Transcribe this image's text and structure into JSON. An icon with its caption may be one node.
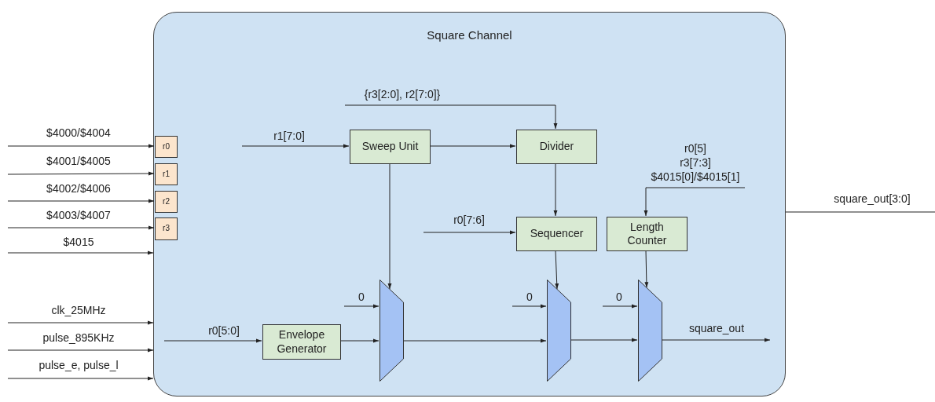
{
  "diagram": {
    "nodes": [
      {
        "text": [
          "Square Channel"
        ]
      },
      {
        "text": [
          "r0"
        ],
        "in": 0
      },
      {
        "text": [
          "r1"
        ],
        "in": 0
      },
      {
        "text": [
          "r2"
        ],
        "in": 0
      },
      {
        "text": [
          "r3"
        ],
        "in": 0
      },
      {
        "text": [
          "Sweep Unit"
        ],
        "in": 0
      },
      {
        "text": [
          "Divider"
        ],
        "in": 0
      },
      {
        "text": [
          "Sequencer"
        ],
        "in": 0
      },
      {
        "text": [
          "Length Counter"
        ],
        "in": 0
      },
      {
        "text": [
          "Envelope Generator"
        ],
        "in": 0
      },
      {
        "text": [],
        "shape": "trapezoid",
        "in": 0
      },
      {
        "text": [],
        "shape": "trapezoid",
        "in": 0
      },
      {
        "text": [],
        "shape": "trapezoid",
        "in": 0
      }
    ],
    "edges": [
      {
        "from": null,
        "to": 1,
        "arrow": "to",
        "label": "$4000/$4004"
      },
      {
        "from": null,
        "to": 2,
        "arrow": "to",
        "label": "$4001/$4005"
      },
      {
        "from": null,
        "to": 3,
        "arrow": "to",
        "label": "$4002/$4006"
      },
      {
        "from": null,
        "to": 4,
        "arrow": "to",
        "label": "$4003/$4007"
      },
      {
        "from": null,
        "to": 0,
        "arrow": "to",
        "label": "$4015"
      },
      {
        "from": null,
        "to": 0,
        "arrow": "to",
        "label": "clk_25MHz"
      },
      {
        "from": null,
        "to": 0,
        "arrow": "to",
        "label": "pulse_895KHz"
      },
      {
        "from": null,
        "to": 0,
        "arrow": "to",
        "label": "pulse_e, pulse_l"
      },
      {
        "from": null,
        "to": 5,
        "arrow": "to",
        "label": "r1[7:0]"
      },
      {
        "from": null,
        "to": 6,
        "arrow": "to",
        "label": "{r3[2:0], r2[7:0]}"
      },
      {
        "from": 5,
        "to": 6,
        "arrow": "to"
      },
      {
        "from": 6,
        "to": 7,
        "arrow": "to"
      },
      {
        "from": null,
        "to": 7,
        "arrow": "to",
        "label": "r0[7:6]"
      },
      {
        "from": null,
        "to": 8,
        "arrow": "to",
        "label": "r0[5] r3[7:3] $4015[0]/$4015[1]"
      },
      {
        "from": null,
        "to": 9,
        "arrow": "to",
        "label": "r0[5:0]"
      },
      {
        "from": 5,
        "to": 10,
        "arrow": "to"
      },
      {
        "from": null,
        "to": 10,
        "arrow": "to",
        "label": "0"
      },
      {
        "from": 9,
        "to": 10,
        "arrow": "to"
      },
      {
        "from": 7,
        "to": 11,
        "arrow": "to"
      },
      {
        "from": null,
        "to": 11,
        "arrow": "to",
        "label": "0"
      },
      {
        "from": 10,
        "to": 11,
        "arrow": "to"
      },
      {
        "from": 8,
        "to": 12,
        "arrow": "to"
      },
      {
        "from": null,
        "to": 12,
        "arrow": "to",
        "label": "0"
      },
      {
        "from": 11,
        "to": 12,
        "arrow": "to"
      },
      {
        "from": 12,
        "to": null,
        "arrow": "to",
        "label": "square_out"
      },
      {
        "from": 0,
        "to": null,
        "arrow": "none",
        "label": "square_out[3:0]"
      }
    ]
  }
}
